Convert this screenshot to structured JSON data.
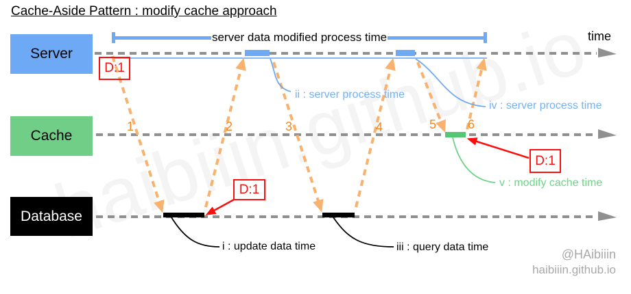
{
  "title": "Cache-Aside Pattern : modify cache approach",
  "watermark": "haibiiin.github.io",
  "colors": {
    "blue": "#6da9f4",
    "green": "#70ce86",
    "green_bar": "#55c673",
    "orange_arrow": "#f8b26d",
    "orange_number": "#f5861d",
    "red": "#fb0e0e",
    "line_gray": "#8f8f8f"
  },
  "timeline": {
    "bracket_label": "server data modified process time",
    "time_label": "time"
  },
  "lanes": {
    "server": "Server",
    "cache": "Cache",
    "database": "Database"
  },
  "steps": [
    "1",
    "2",
    "3",
    "4",
    "5",
    "6"
  ],
  "tags": {
    "server": "D:1",
    "database": "D:1",
    "cache": "D:1"
  },
  "annotations": {
    "ii": "ii : server process time",
    "iv": "iv : server process time",
    "v": "v : modify cache time",
    "i": "i : update data time",
    "iii": "iii : query data time"
  },
  "signature": {
    "handle": "@HAibiiin",
    "site": "haibiiin.github.io"
  }
}
